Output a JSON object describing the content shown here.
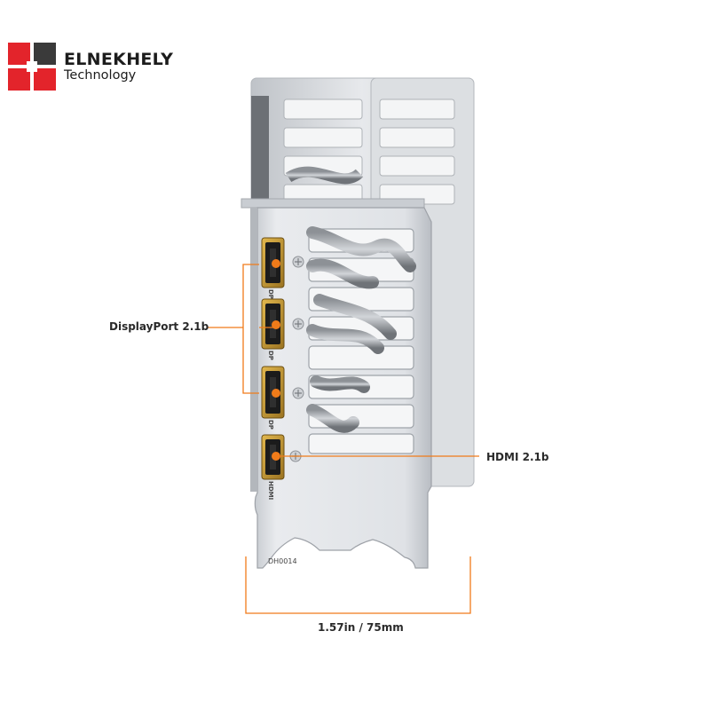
{
  "logo": {
    "name": "ELNEKHELY",
    "subtitle": "Technology",
    "colors": {
      "red": "#e3242b",
      "dark": "#3a3a3a"
    }
  },
  "callouts": {
    "displayport": "DisplayPort 2.1b",
    "hdmi": "HDMI 2.1b",
    "dimension": "1.57in / 75mm"
  },
  "ports": {
    "dp_tag": "DP",
    "hdmi_tag": "HDMI",
    "items": [
      {
        "type": "DisplayPort",
        "tag": "DP"
      },
      {
        "type": "DisplayPort",
        "tag": "DP"
      },
      {
        "type": "DisplayPort",
        "tag": "DP"
      },
      {
        "type": "HDMI",
        "tag": "HDMI"
      }
    ]
  },
  "bracket": {
    "code": "DH0014"
  },
  "colors": {
    "accent": "#f07b1a",
    "bracket": "#dcdfe3",
    "port_gold": "#c99a2e"
  }
}
